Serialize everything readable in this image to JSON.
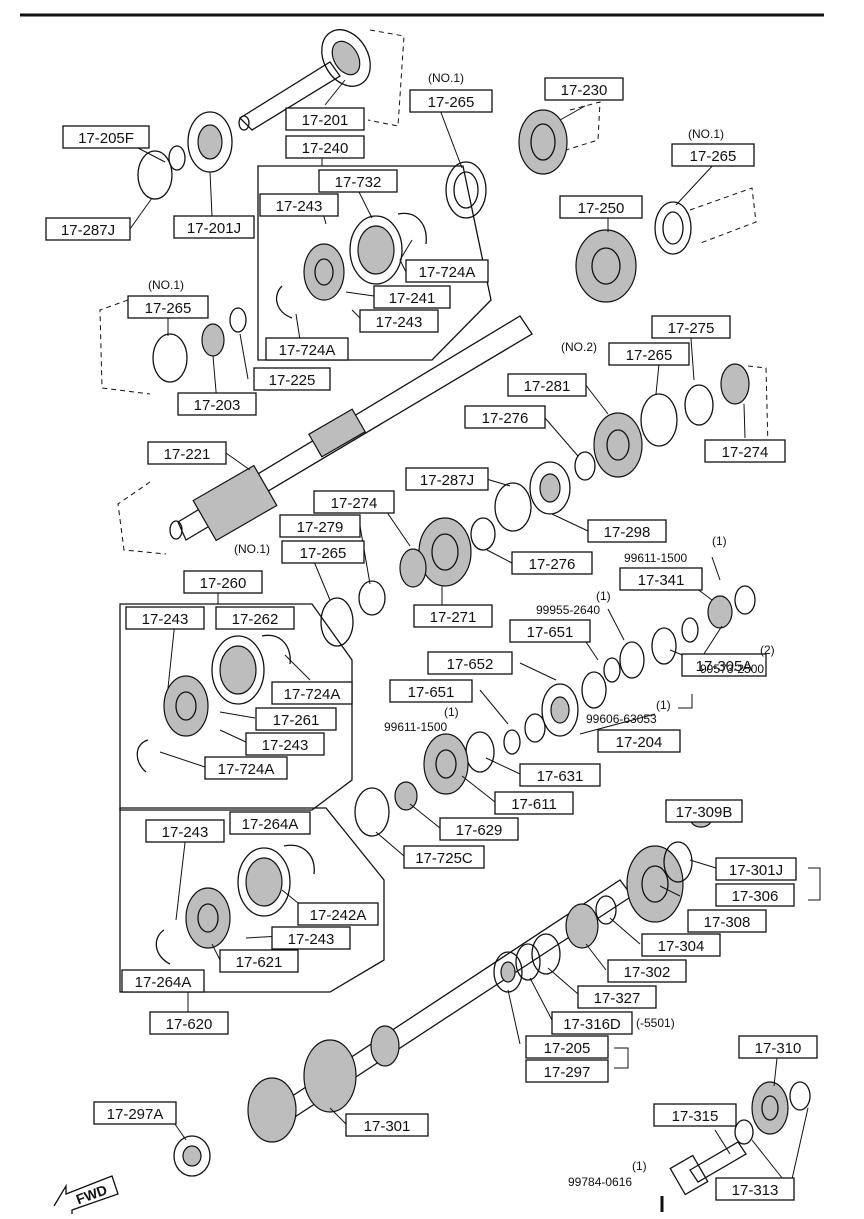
{
  "diagram": {
    "labels": {
      "p17_201": "17-201",
      "p17_205f": "17-205F",
      "p17_201j": "17-201J",
      "p17_287j_a": "17-287J",
      "p17_240": "17-240",
      "p17_732": "17-732",
      "p17_243_a": "17-243",
      "p17_724a_a": "17-724A",
      "p17_241": "17-241",
      "p17_243_b": "17-243",
      "p17_724a_b": "17-724A",
      "p17_265_a": "17-265",
      "p17_230": "17-230",
      "p17_265_b": "17-265",
      "p17_250": "17-250",
      "p17_265_c": "17-265",
      "p17_225": "17-225",
      "p17_203": "17-203",
      "p17_275": "17-275",
      "p17_265_d": "17-265",
      "p17_281": "17-281",
      "p17_276_a": "17-276",
      "p17_274_a": "17-274",
      "p17_221": "17-221",
      "p17_287j_b": "17-287J",
      "p17_298": "17-298",
      "p17_274_b": "17-274",
      "p17_279": "17-279",
      "p17_265_e": "17-265",
      "p17_276_b": "17-276",
      "p17_341": "17-341",
      "p17_271": "17-271",
      "p17_260": "17-260",
      "p17_243_c": "17-243",
      "p17_262": "17-262",
      "p17_651_a": "17-651",
      "p17_652": "17-652",
      "p17_724a_c": "17-724A",
      "p17_651_b": "17-651",
      "p17_305a": "17-305A",
      "p17_261": "17-261",
      "p17_243_d": "17-243",
      "p17_204": "17-204",
      "p17_724a_d": "17-724A",
      "p17_631": "17-631",
      "p17_611": "17-611",
      "p17_629": "17-629",
      "p17_725c": "17-725C",
      "p17_309b": "17-309B",
      "p17_243_e": "17-243",
      "p17_264a_a": "17-264A",
      "p17_301j": "17-301J",
      "p17_306": "17-306",
      "p17_242a": "17-242A",
      "p17_308": "17-308",
      "p17_243_f": "17-243",
      "p17_304": "17-304",
      "p17_621": "17-621",
      "p17_302": "17-302",
      "p17_264a_b": "17-264A",
      "p17_327": "17-327",
      "p17_620": "17-620",
      "p17_316d": "17-316D",
      "p17_205": "17-205",
      "p17_297": "17-297",
      "p17_310": "17-310",
      "p17_297a": "17-297A",
      "p17_315": "17-315",
      "p17_301": "17-301",
      "p17_313": "17-313"
    },
    "notes": {
      "no1_a": "(NO.1)",
      "no1_b": "(NO.1)",
      "no1_c": "(NO.1)",
      "no2": "(NO.2)",
      "no1_d": "(NO.1)",
      "q1_a": "(1)",
      "code_99611_a": "99611-1500",
      "q1_b": "(1)",
      "code_99955": "99955-2640",
      "q2": "(2)",
      "code_99573": "99573-2500",
      "q1_c": "(1)",
      "code_99606": "99606-63053",
      "q1_d": "(1)",
      "code_99611_b": "99611-1500",
      "suffix_5501": "(-5501)",
      "q1_e": "(1)",
      "code_99784": "99784-0616"
    },
    "fwd": "FWD"
  }
}
